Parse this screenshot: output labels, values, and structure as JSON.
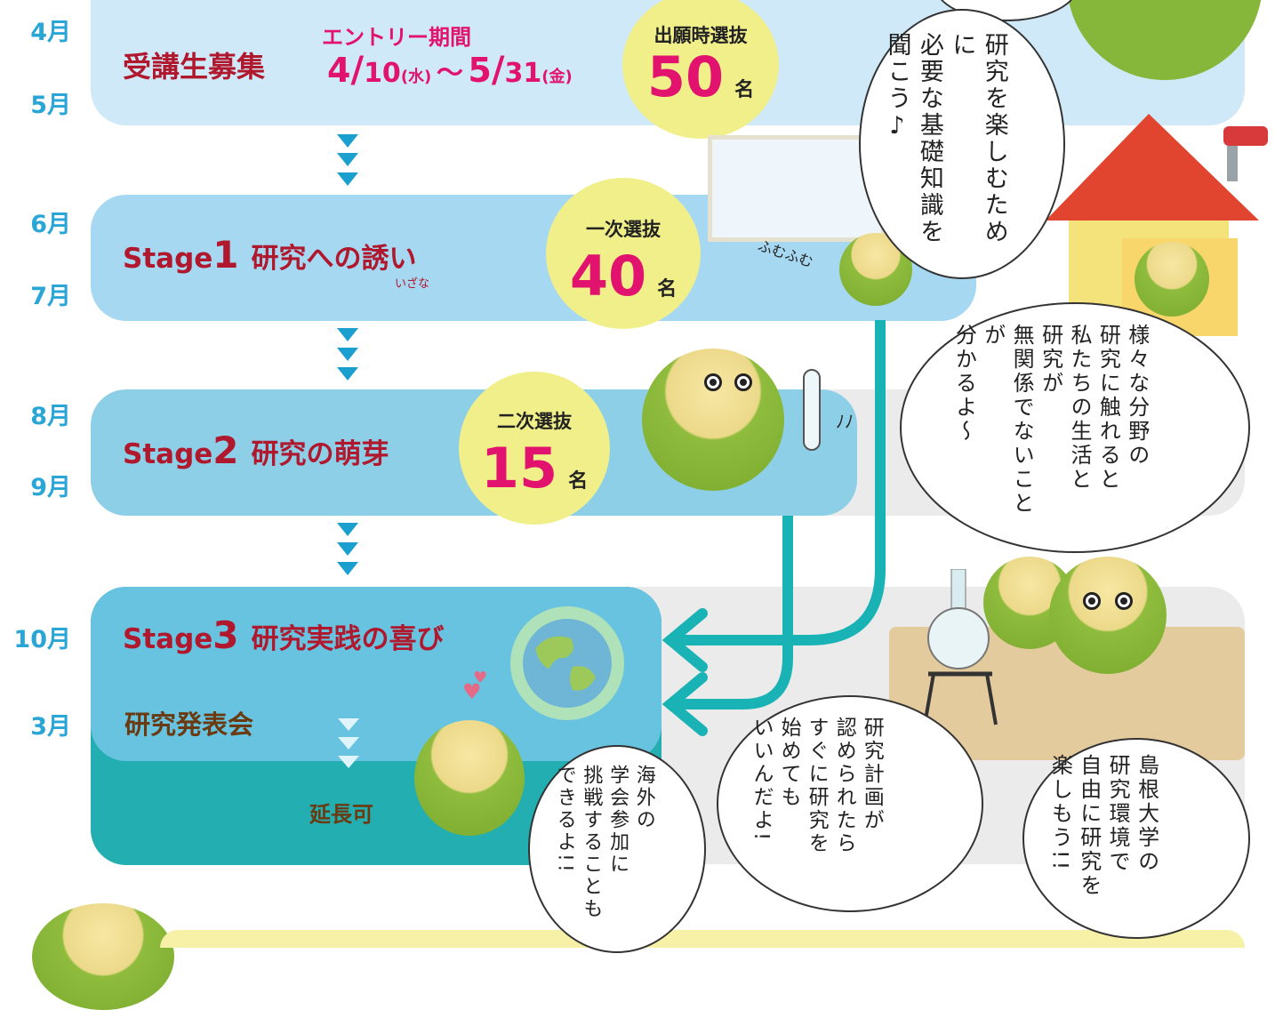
{
  "months": {
    "apr": "4月",
    "may": "5月",
    "jun": "6月",
    "jul": "7月",
    "aug": "8月",
    "sep": "9月",
    "oct": "10月",
    "mar": "3月"
  },
  "recruit": {
    "title": "受講生募集",
    "entry_label": "エントリー期間",
    "start_month": "4",
    "start_day": "10",
    "start_dow": "(水)",
    "tilde": "〜",
    "end_month": "5",
    "end_day": "31",
    "end_dow": "(金)",
    "selection_label": "出願時選抜",
    "count": "50",
    "unit": "名"
  },
  "stage1": {
    "word": "Stage",
    "num": "1",
    "title": "研究への誘い",
    "ruby": "いざな",
    "selection_label": "一次選抜",
    "count": "40",
    "unit": "名"
  },
  "stage2": {
    "word": "Stage",
    "num": "2",
    "title": "研究の萌芽",
    "selection_label": "二次選抜",
    "count": "15",
    "unit": "名"
  },
  "stage3": {
    "word": "Stage",
    "num": "3",
    "title": "研究実践の喜び",
    "presentation": "研究発表会",
    "extension": "延長可"
  },
  "bubbles": {
    "b1": [
      "研究を楽しむために",
      "必要な基礎知識を",
      "聞こう♪"
    ],
    "b2": [
      "様々な分野の",
      "研究に触れると",
      "私たちの生活と",
      "研究が",
      "無関係でないことが",
      "分かるよ〜"
    ],
    "b3": [
      "海外の",
      "学会参加に",
      "挑戦することも",
      "できるよ!!"
    ],
    "b4": [
      "研究計画が",
      "認められたら",
      "すぐに研究を",
      "始めても",
      "いいんだよ!"
    ],
    "b5": [
      "島根大学の",
      "研究環境で",
      "自由に研究を",
      "楽しもう!!"
    ],
    "fumufumu": "ふむふむ",
    "sfx": "ﾉﾉ"
  },
  "colors": {
    "band_light": "#cfe9f8",
    "band_mid": "#a6d8f2",
    "band_stage2": "#8ccfe6",
    "band_stage3": "#67c3df",
    "band_teal": "#23aeb1",
    "arrow": "#1ab3b5",
    "stage_red": "#b0182e",
    "count_pink": "#e2136e",
    "circle_yellow": "#f0ef8a",
    "month_blue": "#2aa6d6"
  }
}
